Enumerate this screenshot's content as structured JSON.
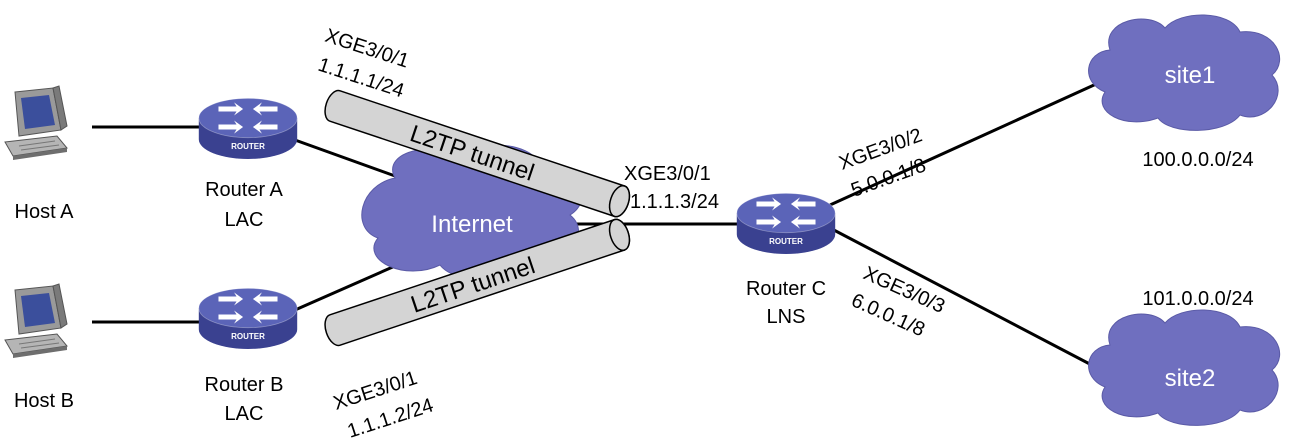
{
  "colors": {
    "link": "#000000",
    "cloud_fill": "#6f6fbf",
    "cloud_stroke": "#5a5aa6",
    "router_top": "#5b64b8",
    "router_side": "#3a4190",
    "tunnel_fill": "#d4d4d4",
    "tunnel_stroke": "#000000",
    "host_body": "#9a9a9a",
    "host_screen": "#3b4f9c"
  },
  "devices": {
    "host_a": {
      "label": "Host A",
      "icon": "desktop-pc-icon"
    },
    "host_b": {
      "label": "Host B",
      "icon": "desktop-pc-icon"
    },
    "router_a": {
      "label": "Router A",
      "role": "LAC",
      "badge": "ROUTER",
      "icon": "router-icon"
    },
    "router_b": {
      "label": "Router B",
      "role": "LAC",
      "badge": "ROUTER",
      "icon": "router-icon"
    },
    "router_c": {
      "label": "Router C",
      "role": "LNS",
      "badge": "ROUTER",
      "icon": "router-icon"
    }
  },
  "clouds": {
    "internet": {
      "label": "Internet",
      "icon": "cloud-icon"
    },
    "site1": {
      "label": "site1",
      "subnet": "100.0.0.0/24",
      "icon": "cloud-icon"
    },
    "site2": {
      "label": "site2",
      "subnet": "101.0.0.0/24",
      "icon": "cloud-icon"
    }
  },
  "tunnels": {
    "top": {
      "label": "L2TP tunnel"
    },
    "bottom": {
      "label": "L2TP tunnel"
    }
  },
  "interfaces": {
    "router_a": {
      "name": "XGE3/0/1",
      "ip": "1.1.1.1/24"
    },
    "router_b": {
      "name": "XGE3/0/1",
      "ip": "1.1.1.2/24"
    },
    "router_c_internet": {
      "name": "XGE3/0/1",
      "ip": "1.1.1.3/24"
    },
    "router_c_site1": {
      "name": "XGE3/0/2",
      "ip": "5.0.0.1/8"
    },
    "router_c_site2": {
      "name": "XGE3/0/3",
      "ip": "6.0.0.1/8"
    }
  }
}
